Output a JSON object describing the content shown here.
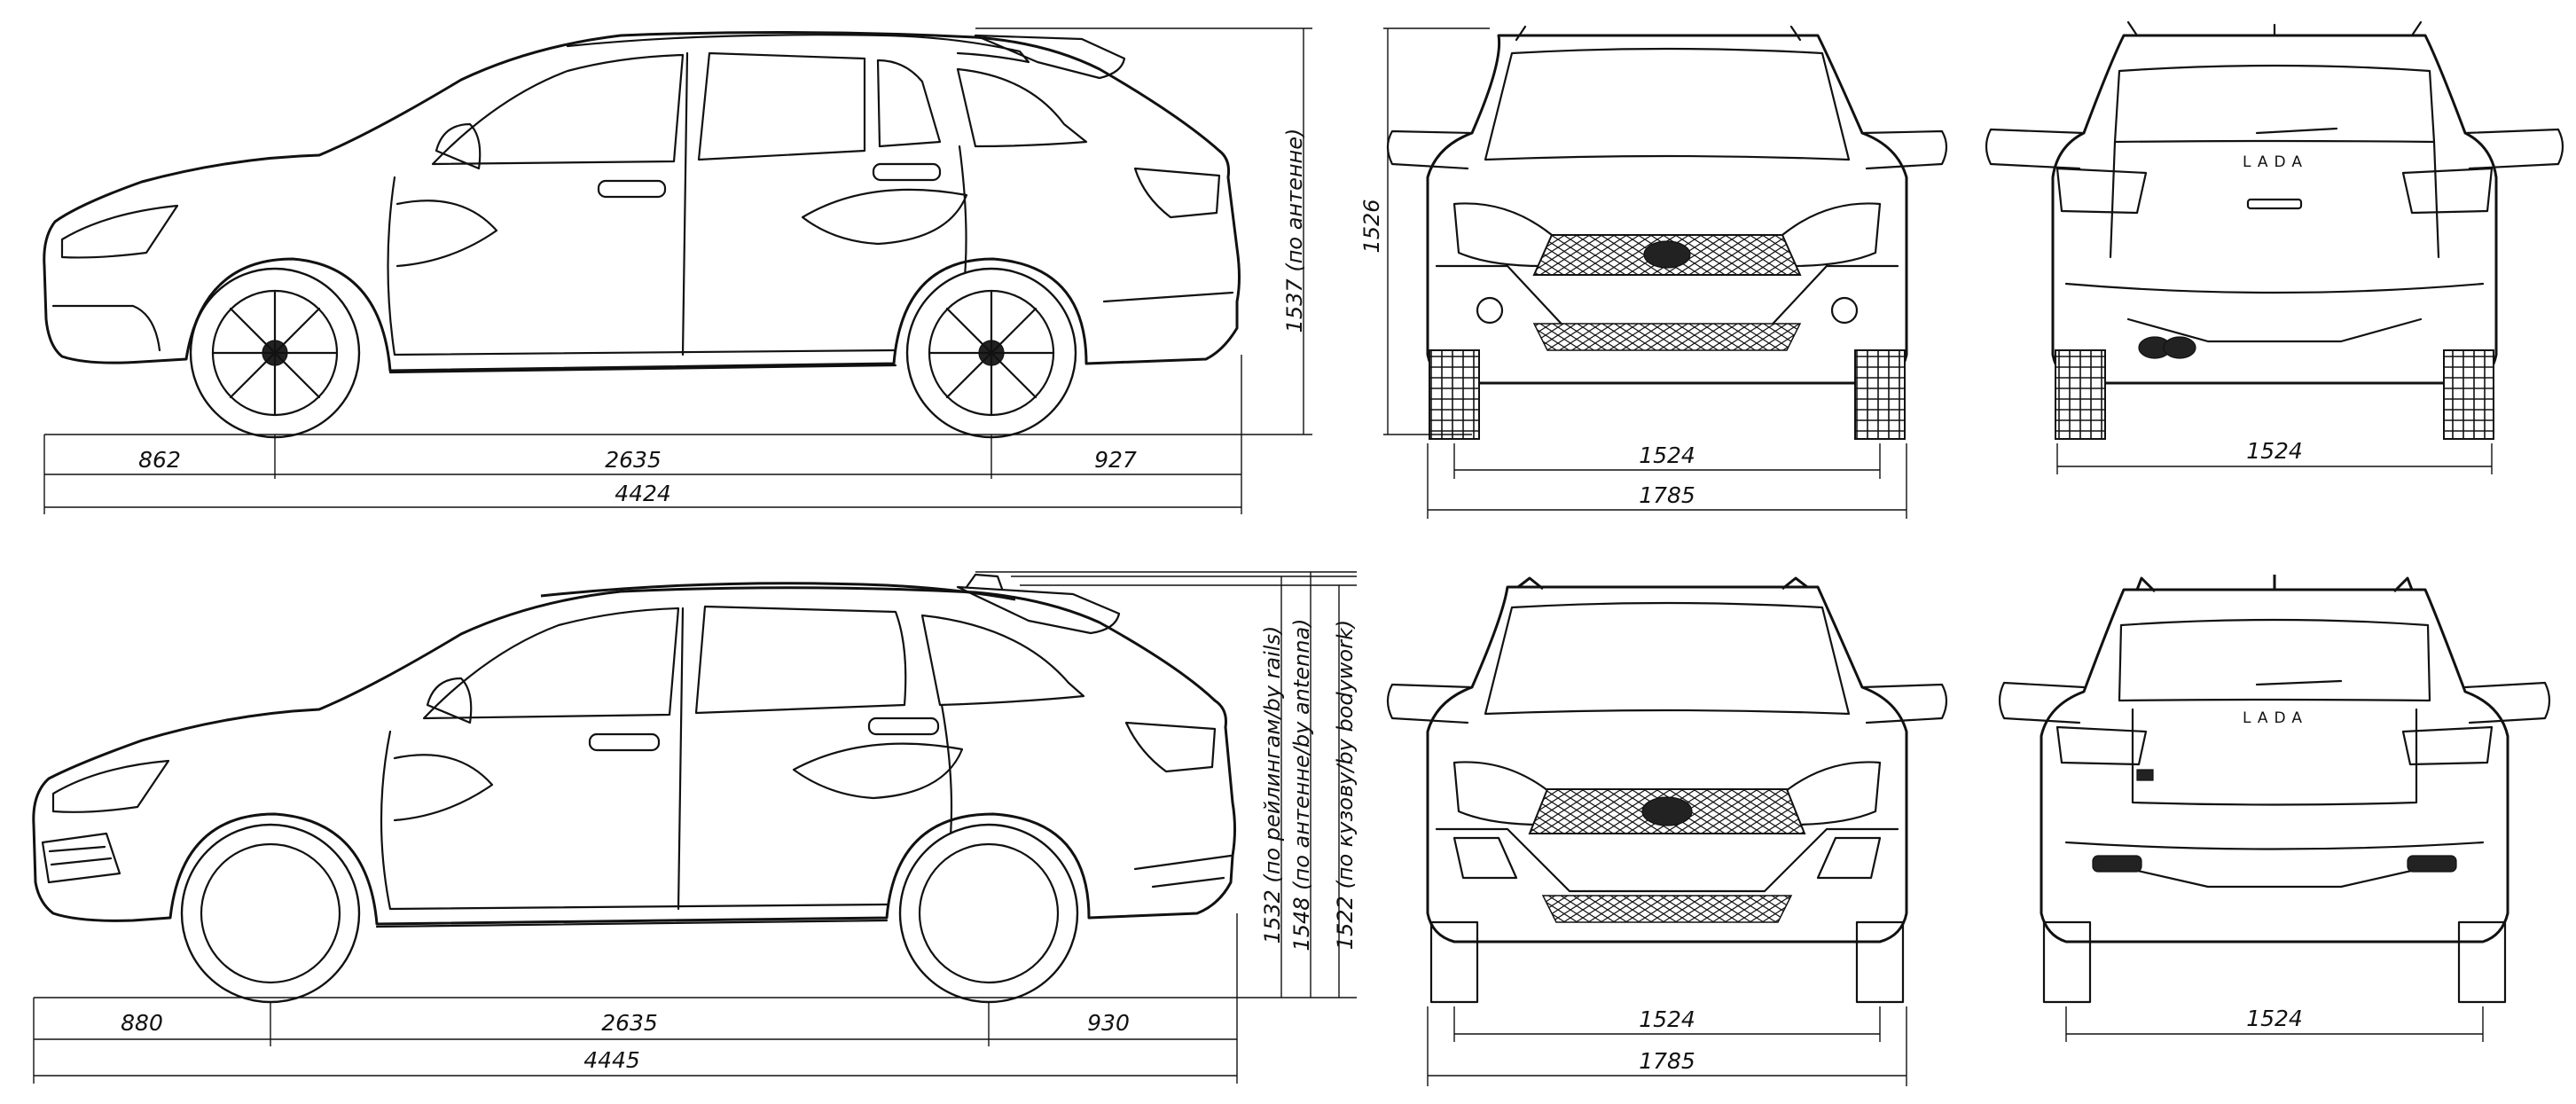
{
  "top_row": {
    "side": {
      "front_overhang": "862",
      "wheelbase": "2635",
      "rear_overhang": "927",
      "length": "4424",
      "height": "1537 (по антенне)"
    },
    "front": {
      "height": "1526",
      "track": "1524",
      "width": "1785"
    },
    "rear": {
      "track": "1524",
      "badge": "LADA"
    }
  },
  "bottom_row": {
    "side": {
      "front_overhang": "880",
      "wheelbase": "2635",
      "rear_overhang": "930",
      "length": "4445",
      "height_rails": "1532 (по рейлингам/by rails)",
      "height_antenna": "1548 (по антенне/by antenna)",
      "height_body": "1522 (по кузову/by bodywork)"
    },
    "front": {
      "track": "1524",
      "width": "1785"
    },
    "rear": {
      "track": "1524",
      "badge": "LADA"
    }
  }
}
